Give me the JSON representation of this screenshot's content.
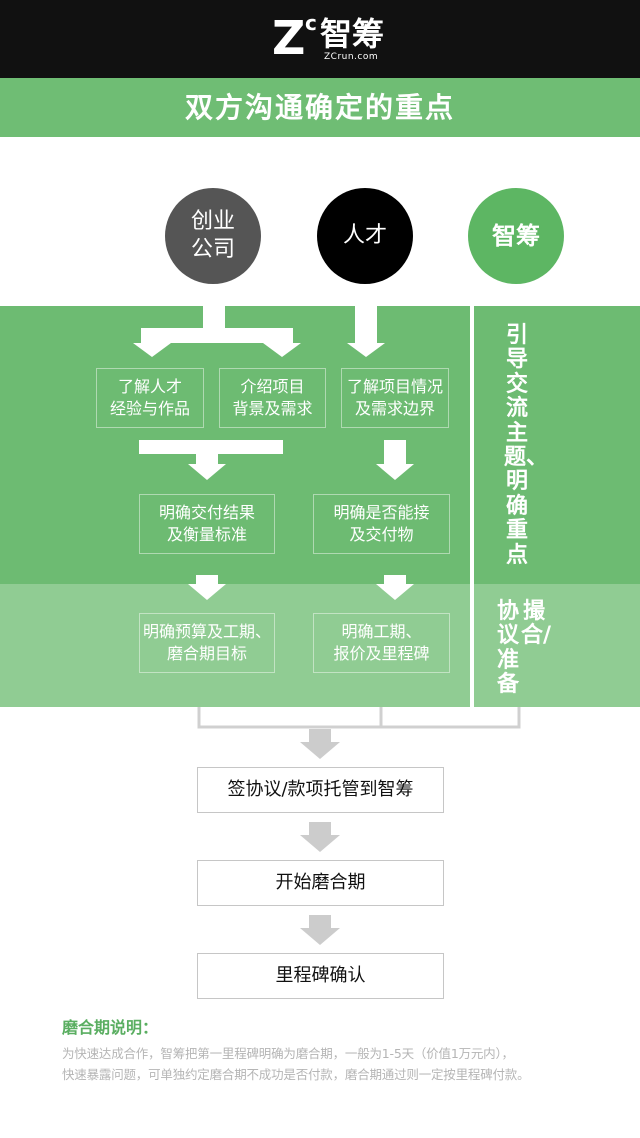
{
  "header": {
    "logo_letter": "Z",
    "logo_superscript": "c",
    "logo_name": "智筹",
    "logo_url": "ZCrun.com"
  },
  "title": "双方沟通确定的重点",
  "parties": {
    "startup_line1": "创业",
    "startup_line2": "公司",
    "talent": "人才",
    "platform": "智筹"
  },
  "side_labels": {
    "guide": "引导交流主题、明确重点",
    "match_col1": "撮合/",
    "match_col2": "协议准备"
  },
  "boxes": {
    "startup_understand": [
      "了解人才",
      "经验与作品"
    ],
    "startup_intro": [
      "介绍项目",
      "背景及需求"
    ],
    "talent_understand": [
      "了解项目情况",
      "及需求边界"
    ],
    "startup_deliverable": [
      "明确交付结果",
      "及衡量标准"
    ],
    "talent_capability": [
      "明确是否能接",
      "及交付物"
    ],
    "startup_budget": [
      "明确预算及工期、",
      "磨合期目标"
    ],
    "talent_quote": [
      "明确工期、",
      "报价及里程碑"
    ]
  },
  "steps": [
    "签协议/款项托管到智筹",
    "开始磨合期",
    "里程碑确认"
  ],
  "note": {
    "title": "磨合期说明：",
    "line1": "为快速达成合作，智筹把第一里程碑明确为磨合期，一般为1-5天（价值1万元内），",
    "line2": "快速暴露问题，可单独约定磨合期不成功是否付款，磨合期通过则一定按里程碑付款。"
  },
  "colors": {
    "header_bg": "#111111",
    "green_title": "#6fbd74",
    "green_panel": "#6dbb72",
    "green_panel_light": "#90cc93",
    "startup_circle": "#555555",
    "talent_circle": "#000000",
    "platform_circle": "#5db663",
    "gray_arrow": "#cccccc",
    "note_title": "#5aae61"
  }
}
